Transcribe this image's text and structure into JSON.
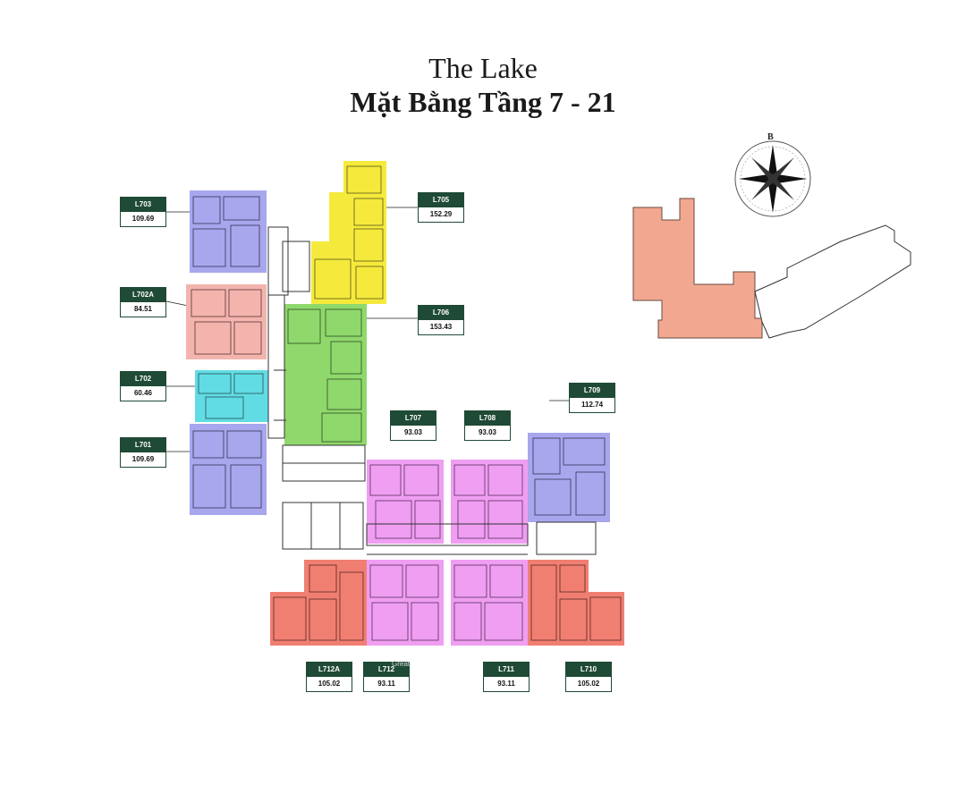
{
  "header": {
    "project": "The Lake",
    "plan_title": "Mặt Bằng Tầng 7 - 21"
  },
  "compass": {
    "north_label": "B",
    "icon": "compass-rose-icon"
  },
  "watermark": "Great",
  "colors": {
    "purple": "#a8a6ec",
    "pink": "#f4b4ae",
    "cyan": "#62dce4",
    "yellow": "#f5ea3c",
    "green": "#8fd86c",
    "magenta": "#ef9ef2",
    "red": "#f07f72",
    "keyplan": "#f2a890",
    "tag": "#1f4a36"
  },
  "units": [
    {
      "code": "L703",
      "area": "109.69"
    },
    {
      "code": "L702A",
      "area": "84.51"
    },
    {
      "code": "L702",
      "area": "60.46"
    },
    {
      "code": "L701",
      "area": "109.69"
    },
    {
      "code": "L705",
      "area": "152.29"
    },
    {
      "code": "L706",
      "area": "153.43"
    },
    {
      "code": "L707",
      "area": "93.03"
    },
    {
      "code": "L708",
      "area": "93.03"
    },
    {
      "code": "L709",
      "area": "112.74"
    },
    {
      "code": "L712A",
      "area": "105.02"
    },
    {
      "code": "L712",
      "area": "93.11"
    },
    {
      "code": "L711",
      "area": "93.11"
    },
    {
      "code": "L710",
      "area": "105.02"
    }
  ]
}
